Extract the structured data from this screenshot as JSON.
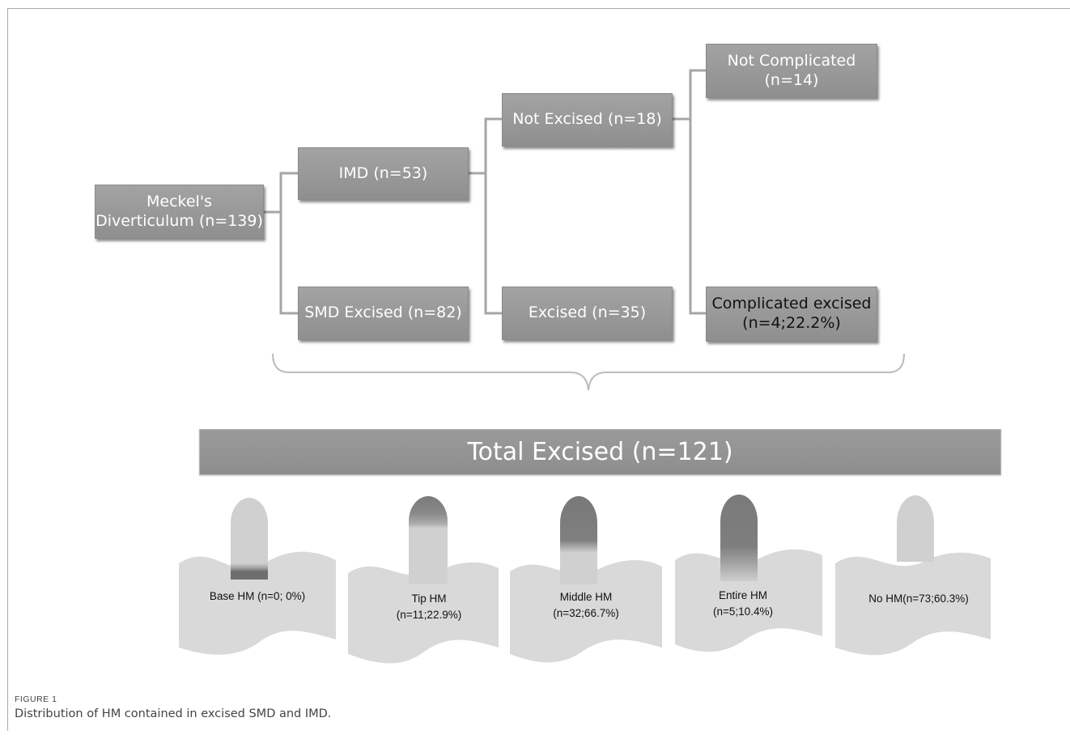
{
  "nodes": {
    "meckels": "Meckel's\nDiverticulum (n=139)",
    "imd": "IMD (n=53)",
    "smd_excised": "SMD Excised (n=82)",
    "not_excised": "Not Excised (n=18)",
    "excised": "Excised (n=35)",
    "not_complicated": "Not Complicated\n(n=14)",
    "complicated_excised": "Complicated excised\n(n=4;22.2%)"
  },
  "total_excised": "Total Excised (n=121)",
  "hm_categories": [
    {
      "label": "Base HM (n=0; 0%)",
      "region": "base"
    },
    {
      "label": "Tip HM\n(n=11;22.9%)",
      "region": "tip"
    },
    {
      "label": "Middle HM\n(n=32;66.7%)",
      "region": "middle"
    },
    {
      "label": "Entire HM\n(n=5;10.4%)",
      "region": "entire"
    },
    {
      "label": "No HM(n=73;60.3%)",
      "region": "none"
    }
  ],
  "caption": {
    "tag": "FIGURE 1",
    "text": "Distribution of HM contained in excised SMD and IMD."
  },
  "colors": {
    "box_fill": "#999999",
    "connector": "#a6a6a6",
    "hm_dark": "#7a7a7a",
    "hm_light": "#d0d0d0",
    "sheet": "#d9d9d9"
  }
}
